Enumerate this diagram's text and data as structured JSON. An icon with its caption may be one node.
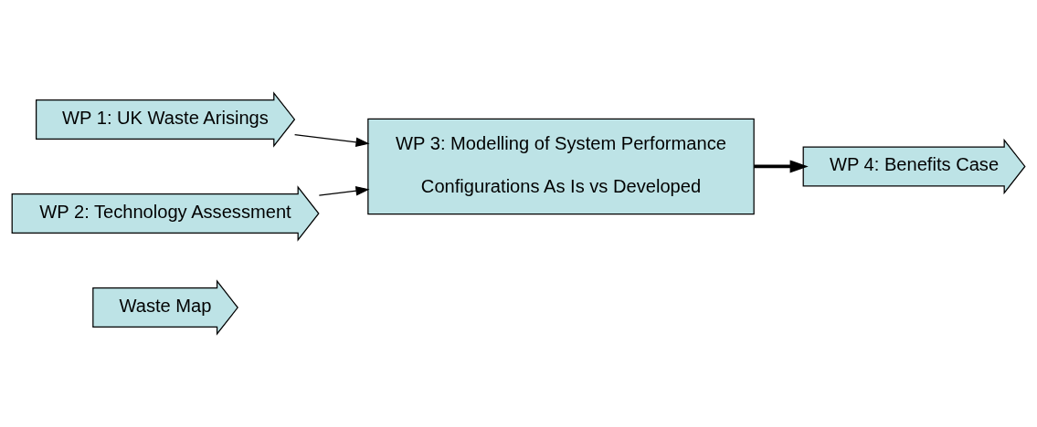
{
  "diagram": {
    "nodes": [
      {
        "text": [
          "Waste Map"
        ]
      },
      {
        "text": [
          "WP 1: UK Waste Arisings"
        ]
      },
      {
        "text": [
          "WP 3: Modelling of System Performance",
          "Configurations As Is vs Developed"
        ]
      },
      {
        "text": [
          "WP 2: Technology Assessment"
        ]
      },
      {
        "text": [
          "WP 4: Benefits Case"
        ]
      }
    ],
    "edges": [
      {
        "from": 1,
        "to": 2,
        "arrow": "to"
      },
      {
        "from": 3,
        "to": 2,
        "arrow": "to"
      },
      {
        "from": 2,
        "to": 4,
        "arrow": "to",
        "style": "thick"
      }
    ]
  }
}
